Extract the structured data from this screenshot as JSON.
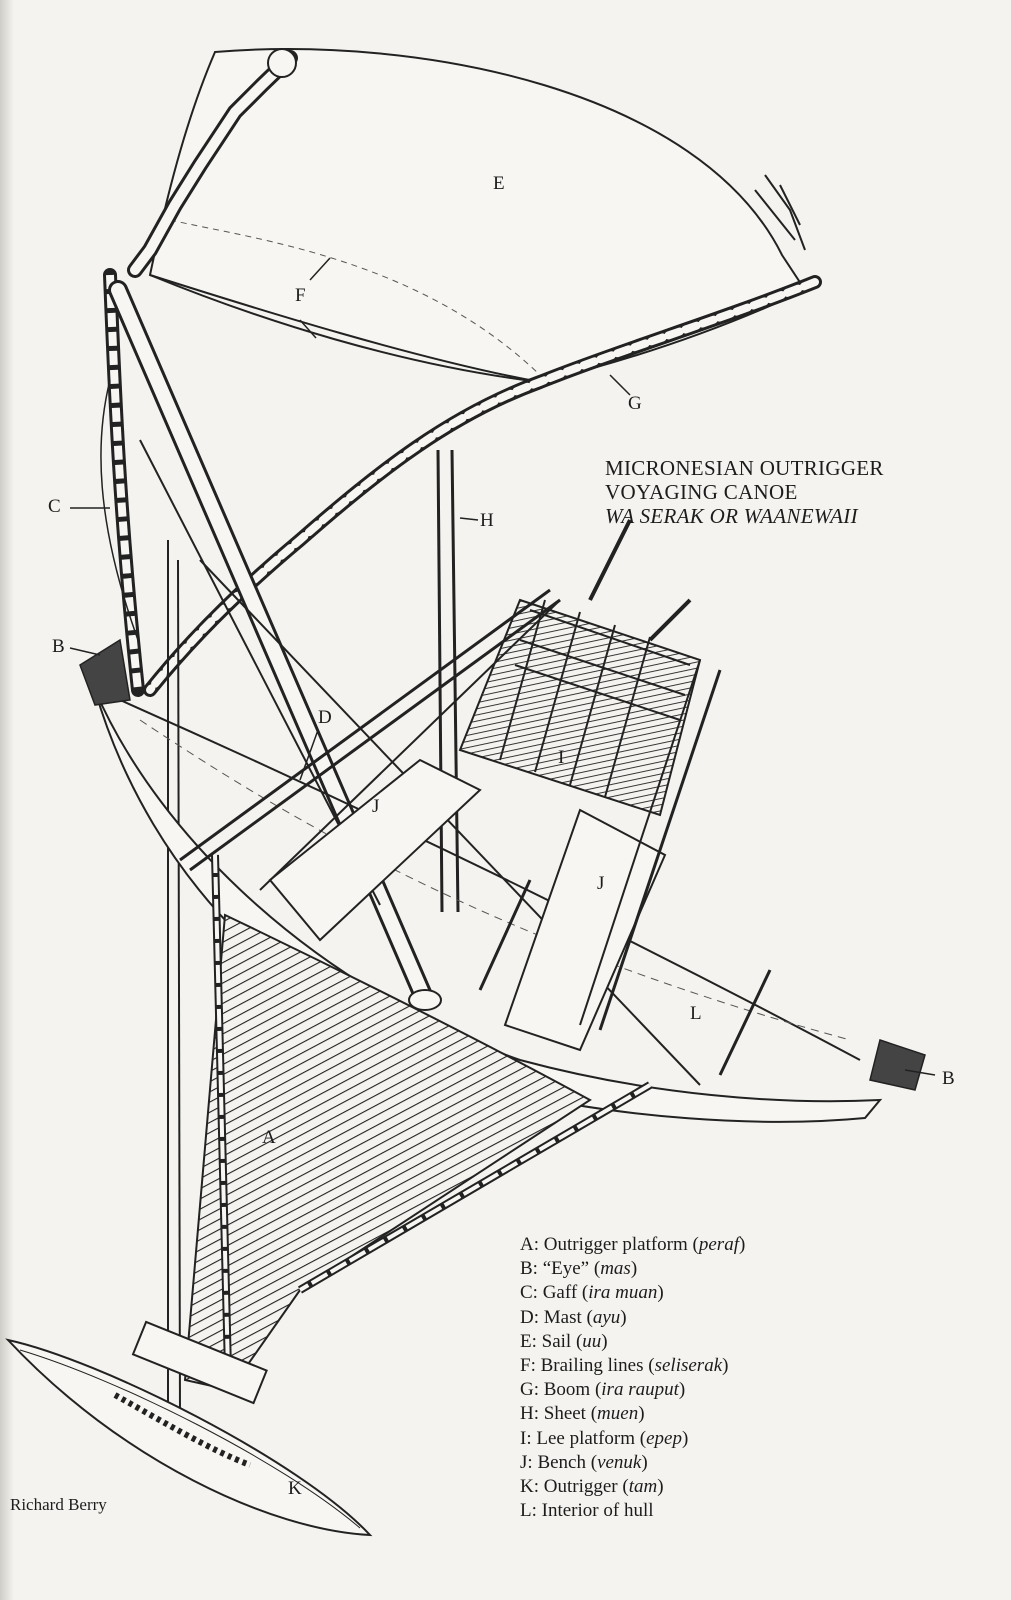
{
  "title": {
    "line1": "MICRONESIAN OUTRIGGER",
    "line2": "VOYAGING CANOE",
    "line3": "WA SERAK OR WAANEWAII"
  },
  "callouts": {
    "A": "A",
    "B_left": "B",
    "B_right": "B",
    "C": "C",
    "D": "D",
    "E": "E",
    "F": "F",
    "G": "G",
    "H": "H",
    "I": "I",
    "J_left": "J",
    "J_right": "J",
    "K": "K",
    "L": "L"
  },
  "legend": [
    {
      "key": "A:",
      "text": "Outrigger platform",
      "term": "peraf"
    },
    {
      "key": "B:",
      "text": "“Eye”",
      "term": "mas"
    },
    {
      "key": "C:",
      "text": "Gaff",
      "term": "ira muan"
    },
    {
      "key": "D:",
      "text": "Mast",
      "term": "ayu"
    },
    {
      "key": "E:",
      "text": "Sail",
      "term": "uu"
    },
    {
      "key": "F:",
      "text": "Brailing lines",
      "term": "seliserak"
    },
    {
      "key": "G:",
      "text": "Boom",
      "term": "ira rauput"
    },
    {
      "key": "H:",
      "text": "Sheet",
      "term": "muen"
    },
    {
      "key": "I:",
      "text": "Lee platform",
      "term": "epep"
    },
    {
      "key": "J:",
      "text": "Bench",
      "term": "venuk"
    },
    {
      "key": "K:",
      "text": "Outrigger",
      "term": "tam"
    },
    {
      "key": "L:",
      "text": "Interior of hull",
      "term": ""
    }
  ],
  "credit": "Richard Berry"
}
